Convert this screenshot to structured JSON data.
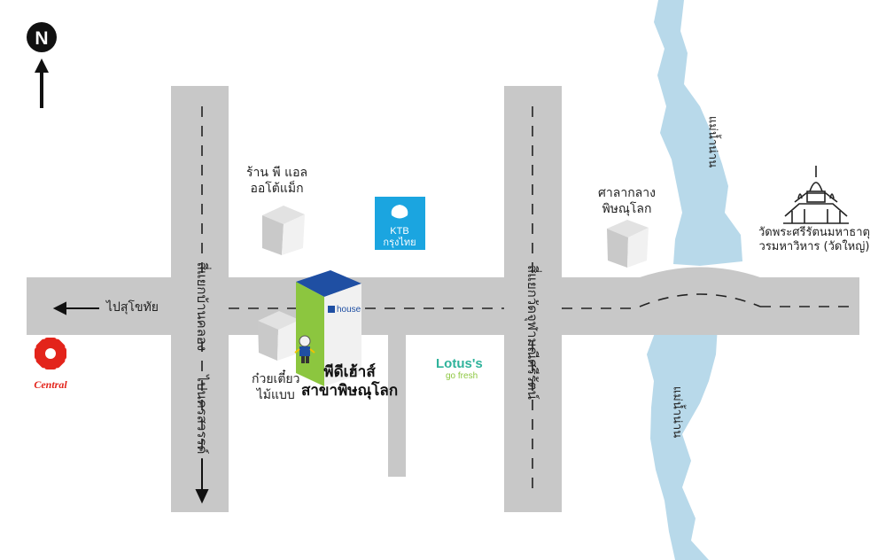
{
  "compass": {
    "letter": "N",
    "icon": "north-arrow-icon"
  },
  "roads": {
    "west_road": "สี่แยกบ้านคลอง",
    "east_road": "สี่แยกวัดจุฬามณีศรีรัตน์",
    "to_sukhothai": "ไปสุโขทัย",
    "to_nakhon_sawan": "ไปนครสวรรค์"
  },
  "river": {
    "north_label": "แม่น้ำน่าน",
    "south_label": "แม่น้ำน่าน",
    "color": "#b8d9ea"
  },
  "landmarks": {
    "auto_shop": [
      "ร้าน พี แอล",
      "ออโต้แม็ก"
    ],
    "noodle": [
      "ก๋วยเตี๋ยว",
      "ไม้แบบ"
    ],
    "city_hall": [
      "ศาลากลาง",
      "พิษณุโลก"
    ],
    "temple": [
      "วัดพระศรีรัตนมหาธาตุ",
      "วรมหาวิหาร (วัดใหญ่)"
    ],
    "pd_house": [
      "พีดีเฮ้าส์",
      "สาขาพิษณุโลก"
    ],
    "ktb": {
      "line1": "KTB",
      "line2": "กรุงไทย",
      "color": "#1ba5e0"
    },
    "lotus": {
      "name": "Lotus's",
      "sub": "go fresh"
    },
    "central": {
      "name": "Central",
      "color": "#e3241b"
    },
    "pd_house_sign": "house"
  },
  "colors": {
    "road": "#c8c8c8",
    "building_green": "#8cc63f",
    "building_blue": "#1f4fa3"
  }
}
